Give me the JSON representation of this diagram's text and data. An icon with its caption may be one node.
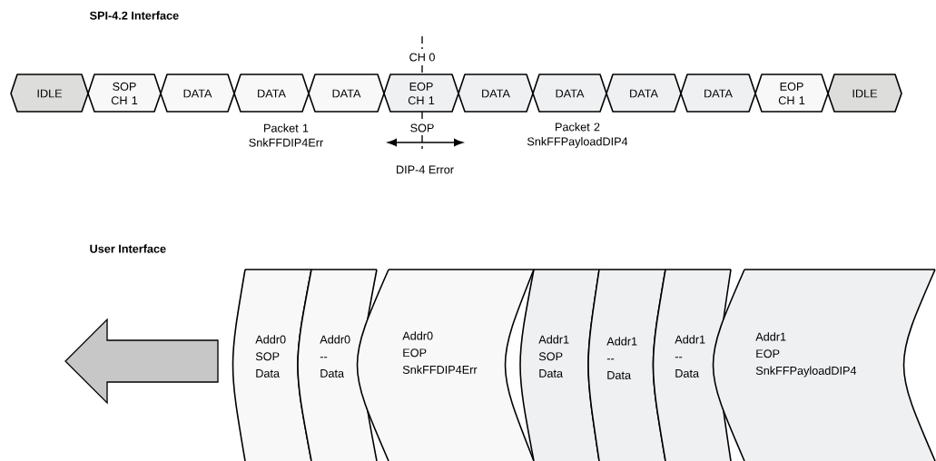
{
  "diagram": {
    "nodes": [
      {
        "text": [
          "IDLE"
        ]
      },
      {
        "text": [
          "SOP CH 1"
        ]
      },
      {
        "text": [
          "DATA"
        ]
      },
      {
        "text": [
          "DATA"
        ]
      },
      {
        "text": [
          "DATA"
        ]
      },
      {
        "text": [
          "EOP CH 1"
        ]
      },
      {
        "text": [
          "DATA"
        ]
      },
      {
        "text": [
          "DATA"
        ]
      },
      {
        "text": [
          "DATA"
        ]
      },
      {
        "text": [
          "DATA"
        ]
      },
      {
        "text": [
          "EOP CH 1"
        ]
      },
      {
        "text": [
          "IDLE"
        ]
      },
      {
        "text": [
          "Addr0 SOP Data"
        ]
      },
      {
        "text": [
          "Addr0 -- Data"
        ]
      },
      {
        "text": [
          "Addr0 EOP SnkFFDIP4Err"
        ]
      },
      {
        "text": [
          "Addr1 SOP Data"
        ]
      },
      {
        "text": [
          "Addr1 -- Data"
        ]
      },
      {
        "text": [
          "Addr1 -- Data"
        ]
      },
      {
        "text": [
          "Addr1 EOP SnkFFPayloadDIP4"
        ]
      }
    ],
    "labels": [
      "SPI-4.2 Interface",
      "CH 0",
      "Packet 1 SnkFFDIP4Err",
      "SOP",
      "Packet 2 SnkFFPayloadDIP4",
      "DIP-4 Error",
      "User Interface"
    ]
  }
}
